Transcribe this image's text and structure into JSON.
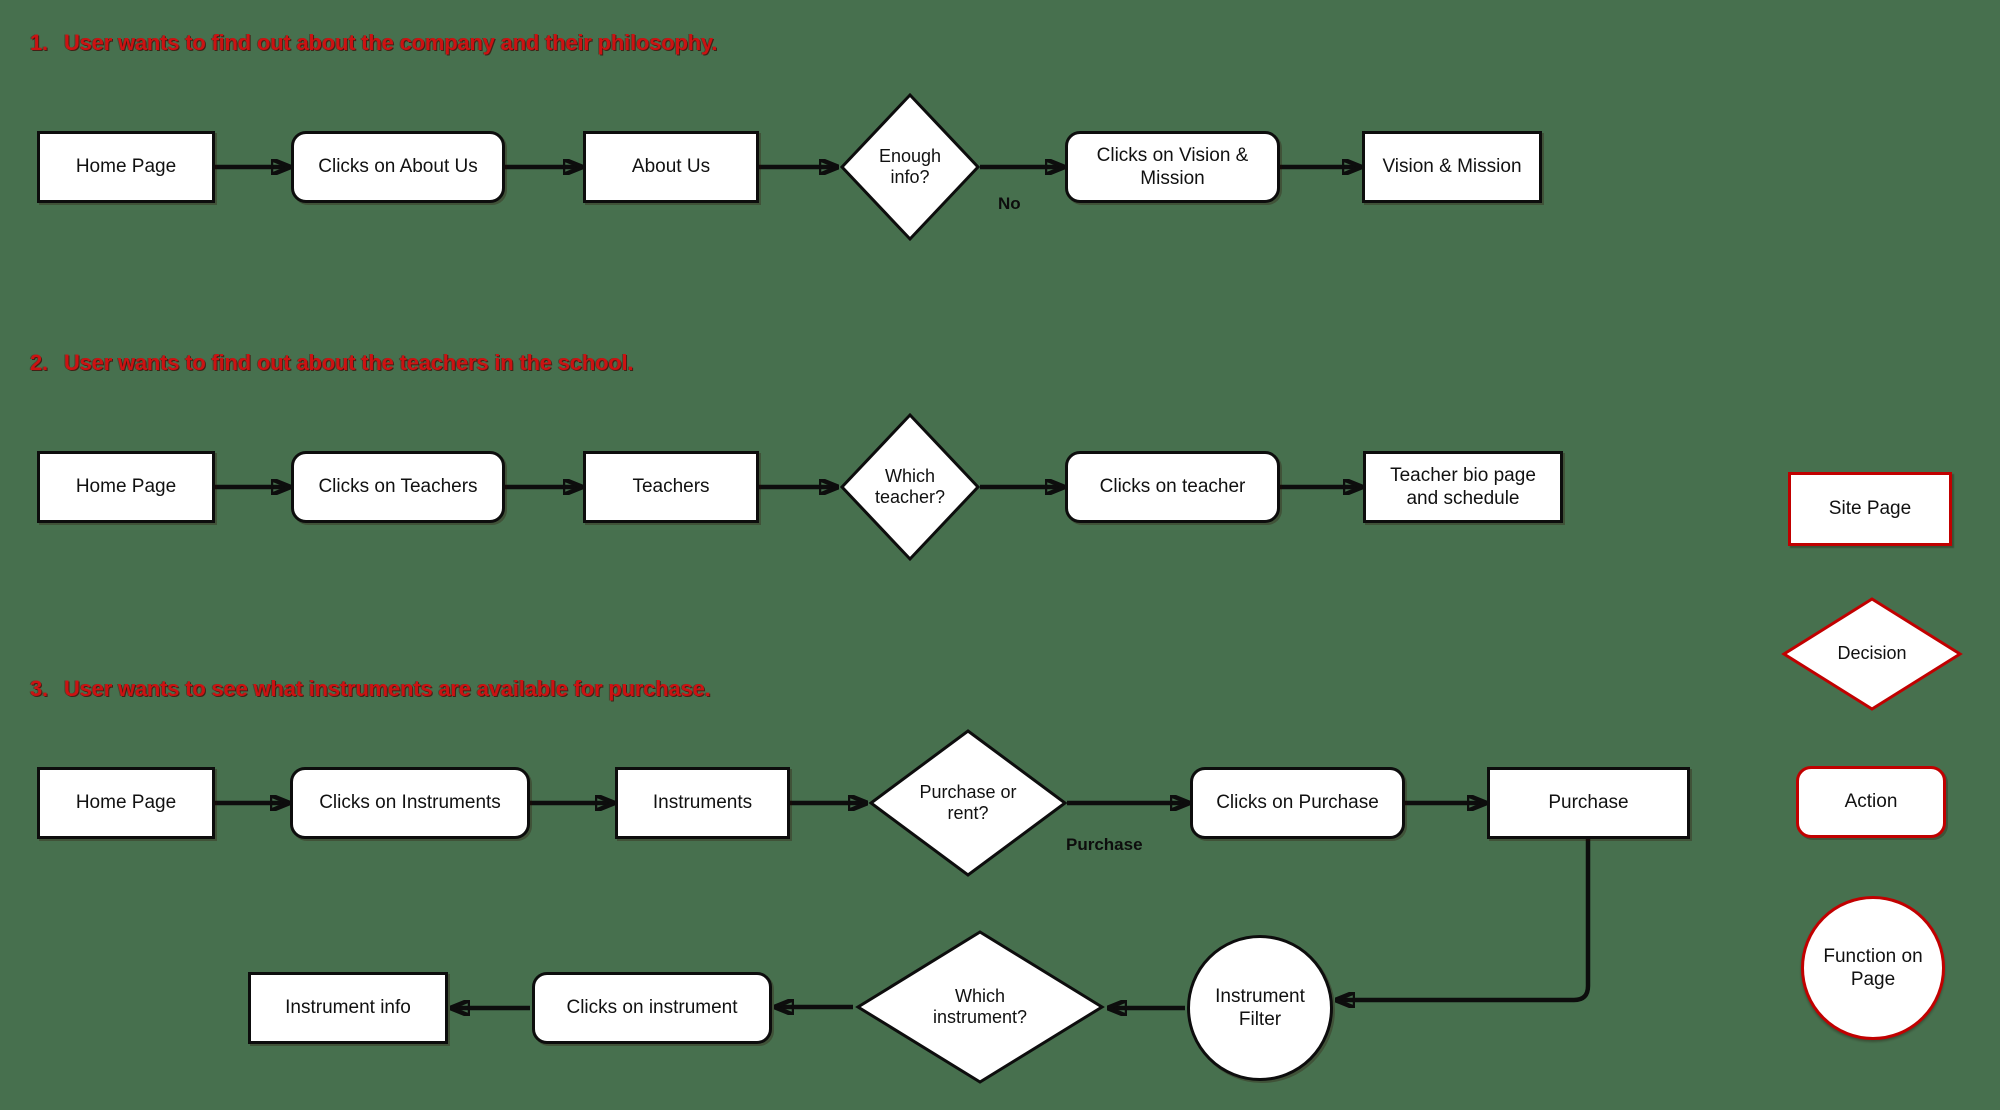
{
  "colors": {
    "background": "#47704e",
    "heading_red": "#cc1212",
    "legend_red": "#c10000",
    "line_black": "#0d0d0d",
    "node_fill": "#ffffff"
  },
  "flows": {
    "flow1": {
      "heading_num": "1.",
      "heading": "User wants to find out about the company and their philosophy.",
      "home": "Home Page",
      "click_about": "Clicks on About Us",
      "about": "About Us",
      "decision": "Enough info?",
      "branch_label": "No",
      "click_vision": "Clicks on Vision & Mission",
      "vision": "Vision & Mission"
    },
    "flow2": {
      "heading_num": "2.",
      "heading": "User wants to find out about the teachers in the school.",
      "home": "Home Page",
      "click_teachers": "Clicks on Teachers",
      "teachers": "Teachers",
      "decision": "Which teacher?",
      "click_teacher": "Clicks on teacher",
      "teacher_bio": "Teacher bio page and schedule"
    },
    "flow3": {
      "heading_num": "3.",
      "heading": "User wants to see what instruments are available for purchase.",
      "home": "Home Page",
      "click_instruments": "Clicks on Instruments",
      "instruments": "Instruments",
      "decision_purchase": "Purchase or rent?",
      "branch_label": "Purchase",
      "click_purchase": "Clicks on Purchase",
      "purchase": "Purchase",
      "instrument_filter": "Instrument Filter",
      "decision_instrument": "Which instrument?",
      "click_instrument": "Clicks on instrument",
      "instrument_info": "Instrument info"
    }
  },
  "legend": {
    "site_page": "Site Page",
    "decision": "Decision",
    "action": "Action",
    "function_on_page": "Function on Page"
  }
}
